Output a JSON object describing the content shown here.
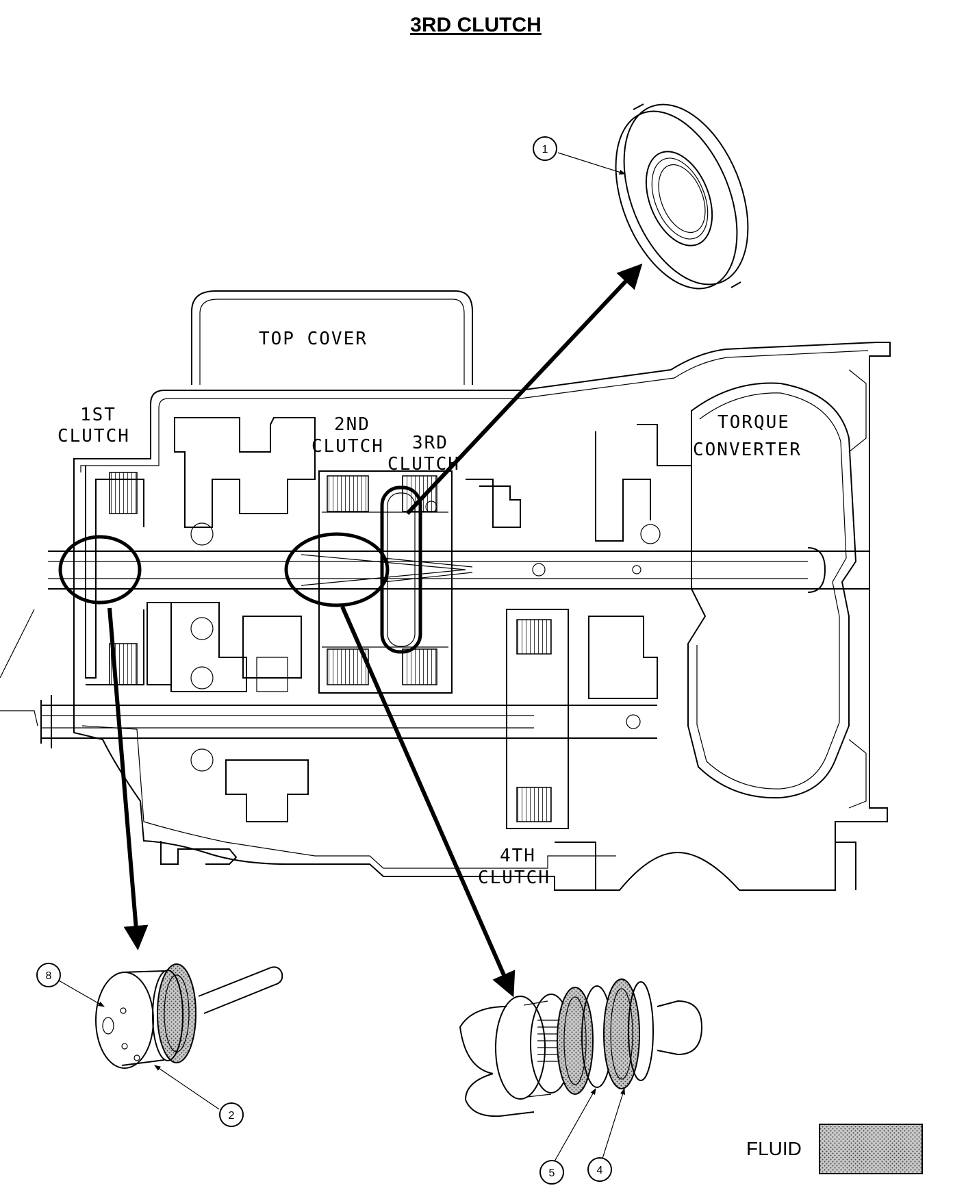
{
  "title": "3RD CLUTCH",
  "labels": {
    "top_cover": "TOP COVER",
    "first_clutch_1": "1ST",
    "first_clutch_2": "CLUTCH",
    "second_clutch_1": "2ND",
    "second_clutch_2": "CLUTCH",
    "third_clutch_1": "3RD",
    "third_clutch_2": "CLUTCH",
    "torque_converter_1": "TORQUE",
    "torque_converter_2": "CONVERTER",
    "fourth_clutch_1": "4TH",
    "fourth_clutch_2": "CLUTCH"
  },
  "callouts": {
    "c1": "1",
    "c2": "2",
    "c4": "4",
    "c5": "5",
    "c8": "8"
  },
  "legend": {
    "label": "FLUID"
  },
  "colors": {
    "line": "#000000",
    "background": "#ffffff",
    "fluid_fill": "#b0b0b0"
  }
}
